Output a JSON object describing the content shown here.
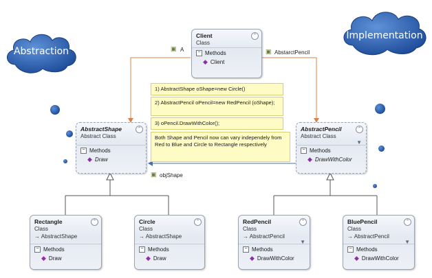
{
  "clouds": {
    "left": "Abstraction",
    "right": "Implementation"
  },
  "classes": {
    "client": {
      "name": "Client",
      "kind": "Class",
      "methods_label": "Methods",
      "methods": [
        "Client"
      ]
    },
    "abstract_shape": {
      "name": "AbstractShape",
      "kind": "Abstract Class",
      "methods_label": "Methods",
      "methods": [
        "Draw"
      ]
    },
    "abstract_pencil": {
      "name": "AbstractPencil",
      "kind": "Abstract Class",
      "methods_label": "Methods",
      "methods": [
        "DrawWithColor"
      ]
    },
    "rectangle": {
      "name": "Rectangle",
      "kind": "Class",
      "base": "AbstractShape",
      "methods_label": "Methods",
      "methods": [
        "Draw"
      ]
    },
    "circle": {
      "name": "Circle",
      "kind": "Class",
      "base": "AbstractShape",
      "methods_label": "Methods",
      "methods": [
        "Draw"
      ]
    },
    "red_pencil": {
      "name": "RedPencil",
      "kind": "Class",
      "base": "AbstractPencil",
      "methods_label": "Methods",
      "methods": [
        "DrawWithColor"
      ]
    },
    "blue_pencil": {
      "name": "BluePencil",
      "kind": "Class",
      "base": "AbstractPencil",
      "methods_label": "Methods",
      "methods": [
        "DrawWithColor"
      ]
    }
  },
  "associations": {
    "a": "A",
    "abstract_pencil": "AbstarctPencil",
    "obj_shape": "objShape"
  },
  "notes": [
    "1) AbstractShape oShape=new Circle()",
    "2) AbstractPencil oPencil=new RedPencil (oShape);",
    "3) oPencil.DrawWithColor();",
    "Both Shape and Pencil now can vary independely from Red to Blue and Circle to Rectangle respectively"
  ],
  "icons": {
    "collapse": "⌃",
    "method": "◆",
    "filter": "▼",
    "minus": "−",
    "field": "▣"
  }
}
